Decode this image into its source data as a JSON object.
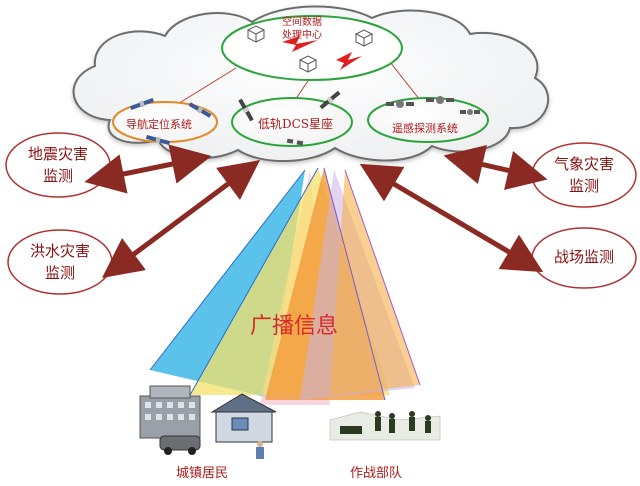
{
  "center": {
    "line1": "空间数据",
    "line2": "处理中心"
  },
  "systems": {
    "navigation": "导航定位系统",
    "leo_dcs": "低轨DCS星座",
    "remote_sensing": "遥感探测系统"
  },
  "disasters": {
    "earthquake": {
      "line1": "地震灾害",
      "line2": "监测"
    },
    "flood": {
      "line1": "洪水灾害",
      "line2": "监测"
    },
    "weather": {
      "line1": "气象灾害",
      "line2": "监测"
    },
    "battlefield": "战场监测"
  },
  "broadcast": "广播信息",
  "ground": {
    "residents": "城镇居民",
    "troops": "作战部队"
  },
  "colors": {
    "arrow": "#8b2a22",
    "label_red": "#b01818",
    "green_ellipse": "#2aa43a",
    "orange_ellipse": "#e08a2a"
  }
}
